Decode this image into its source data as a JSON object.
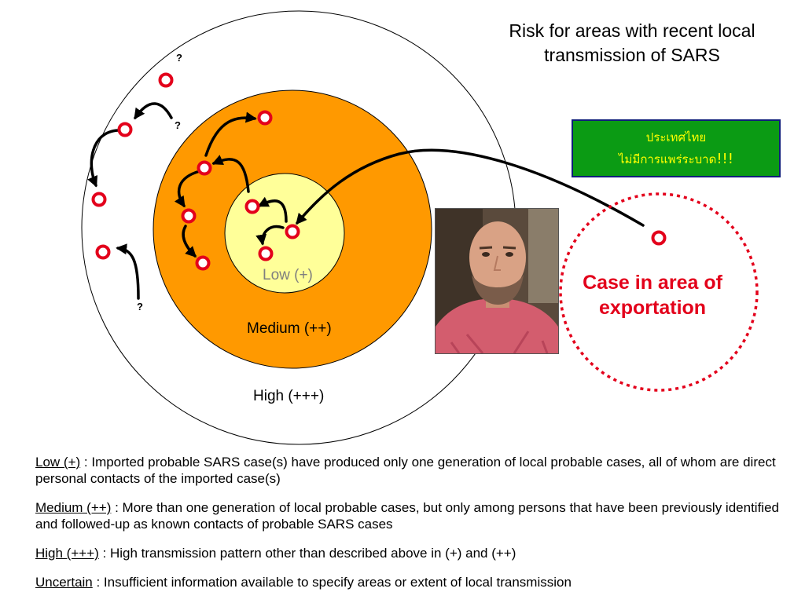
{
  "title_line1": "Risk for areas with recent local",
  "title_line2": "transmission of SARS",
  "rings": {
    "high": "High (+++)",
    "medium": "Medium (++)",
    "low": "Low (+)"
  },
  "question_mark": "?",
  "thai_notice": {
    "line1": "ประเทศไทย",
    "line2": "ไม่มีการแพร่ระบาด",
    "emphasis": "!!!"
  },
  "export_label": {
    "line1": "Case in area of",
    "line2": "exportation"
  },
  "legend": [
    {
      "term": "Low (+)",
      "text": " : Imported probable SARS case(s) have produced only one generation of local probable cases, all of whom are direct personal contacts of the imported case(s)"
    },
    {
      "term": "Medium (++)",
      "text": " : More than one generation of local probable cases, but only among persons that have been previously identified and followed-up as known contacts of probable SARS cases"
    },
    {
      "term": "High (+++)",
      "text": " : High transmission pattern other than described above in (+) and (++)"
    },
    {
      "term": "Uncertain",
      "text": " : Insufficient information available to specify areas or extent of local transmission"
    }
  ],
  "colors": {
    "high_ring": "#ffffff",
    "medium_ring": "#ff9900",
    "low_ring": "#ffff99",
    "case_marker": "#e3001b",
    "notice_bg": "#0b9b14",
    "notice_text": "#ffff00",
    "export_text": "#e3001b"
  }
}
